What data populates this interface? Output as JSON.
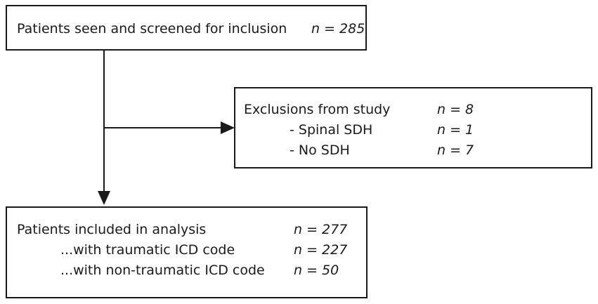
{
  "screened": {
    "label": "Patients seen and screened for inclusion",
    "n": "n = 285"
  },
  "exclusions": {
    "label": "Exclusions from study",
    "n": "n = 8",
    "items": [
      {
        "label": "- Spinal SDH",
        "n": "n = 1"
      },
      {
        "label": "- No SDH",
        "n": "n = 7"
      }
    ]
  },
  "included": {
    "label": "Patients included in analysis",
    "n": "n = 277",
    "items": [
      {
        "label": "...with traumatic ICD code",
        "n": "n = 227"
      },
      {
        "label": "...with non-traumatic ICD code",
        "n": "n = 50"
      }
    ]
  }
}
